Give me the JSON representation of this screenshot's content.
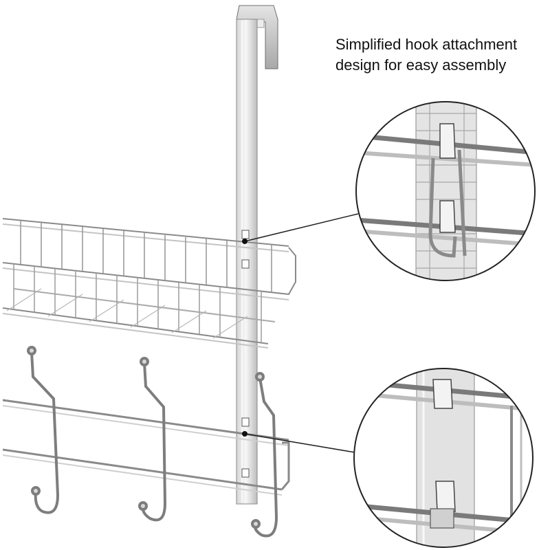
{
  "caption": {
    "line1": "Simplified hook attachment",
    "line2": "design for easy assembly"
  },
  "colors": {
    "background": "#ffffff",
    "text": "#111111",
    "chrome_light": "#f2f2f2",
    "chrome_mid": "#c8c8c8",
    "chrome_dark": "#7a7a7a",
    "outline": "#3a3a3a"
  },
  "illustration": {
    "components": [
      "over-door-hanger",
      "vertical-strip",
      "wire-basket",
      "hook-rail",
      "hooks",
      "zoom-detail-upper",
      "zoom-detail-lower"
    ]
  }
}
